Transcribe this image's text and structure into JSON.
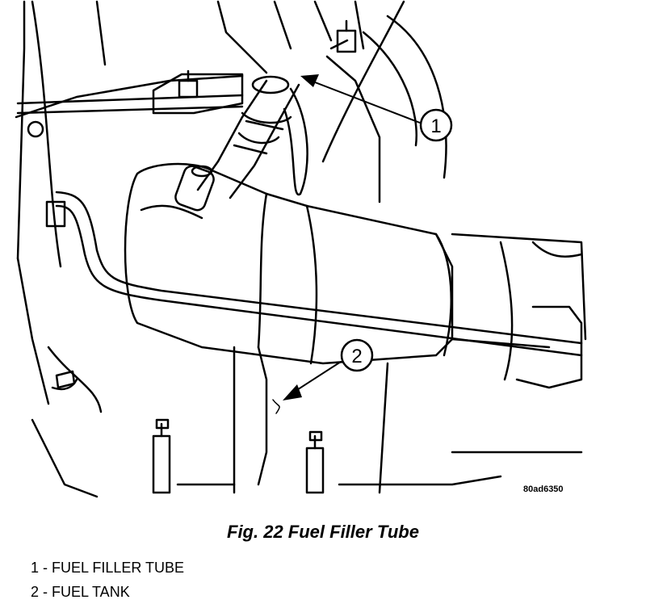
{
  "figure": {
    "caption": "Fig. 22 Fuel Filler Tube",
    "reference_code": "80ad6350",
    "callouts": [
      {
        "number": "1",
        "part": "FUEL FILLER TUBE"
      },
      {
        "number": "2",
        "part": "FUEL TANK"
      }
    ]
  },
  "legend": {
    "items": [
      {
        "text": "1 - FUEL FILLER TUBE"
      },
      {
        "text": "2 - FUEL TANK"
      }
    ]
  },
  "colors": {
    "ink": "#000000",
    "paper": "#ffffff"
  }
}
